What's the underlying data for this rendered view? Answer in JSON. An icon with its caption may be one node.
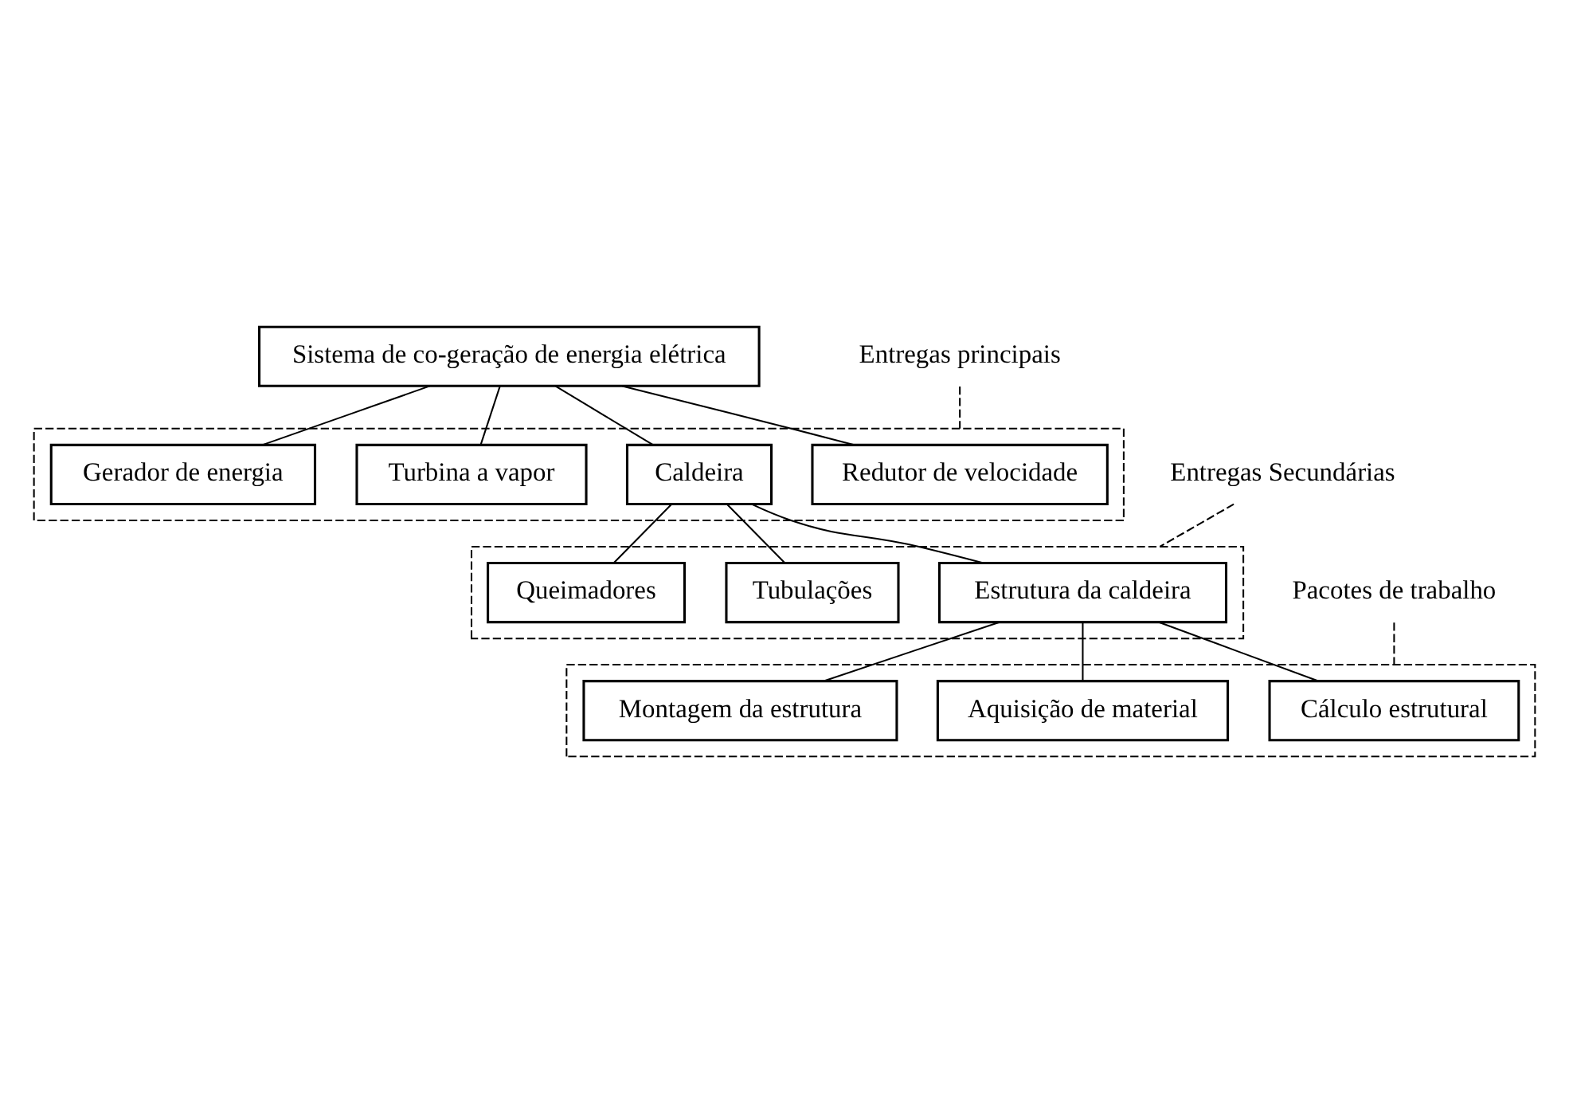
{
  "diagram": {
    "nodes": [
      {
        "text": [
          "Sistema de co-geração de energia elétrica"
        ]
      },
      {
        "text": [],
        "shape": "box"
      },
      {
        "text": [
          "Redutor de velocidade"
        ],
        "in": 1
      },
      {
        "text": [
          "Caldeira"
        ],
        "in": 1
      },
      {
        "text": [
          "Turbina a vapor"
        ],
        "in": 1
      },
      {
        "text": [
          "Gerador de energia"
        ],
        "in": 1
      },
      {
        "text": [],
        "shape": "box"
      },
      {
        "text": [
          "Estrutura da caldeira"
        ],
        "in": 6
      },
      {
        "text": [
          "Tubulações"
        ],
        "in": 6
      },
      {
        "text": [
          "Queimadores"
        ],
        "in": 6
      },
      {
        "text": [],
        "shape": "box"
      },
      {
        "text": [
          "Cálculo estrutural"
        ],
        "in": 10
      },
      {
        "text": [
          "Aquisição de material"
        ],
        "in": 10
      },
      {
        "text": [
          "Montagem da estrutura"
        ],
        "in": 10
      },
      {
        "text": [
          "Entregas principais"
        ]
      },
      {
        "text": [
          "Entregas Secundárias"
        ]
      },
      {
        "text": [
          "Pacotes de trabalho"
        ]
      }
    ],
    "edges": [
      {
        "from": 0,
        "to": 2,
        "arrow": "none"
      },
      {
        "from": 0,
        "to": 3,
        "arrow": "none"
      },
      {
        "from": 0,
        "to": 4,
        "arrow": "none"
      },
      {
        "from": 0,
        "to": 5,
        "arrow": "none"
      },
      {
        "from": 3,
        "to": 7,
        "arrow": "none"
      },
      {
        "from": 3,
        "to": 8,
        "arrow": "none"
      },
      {
        "from": 3,
        "to": 9,
        "arrow": "none"
      },
      {
        "from": 7,
        "to": 11,
        "arrow": "none"
      },
      {
        "from": 7,
        "to": 12,
        "arrow": "none"
      },
      {
        "from": 7,
        "to": 13,
        "arrow": "none"
      },
      {
        "from": 14,
        "to": 1,
        "arrow": "none",
        "style": "dashed"
      },
      {
        "from": 15,
        "to": 6,
        "arrow": "none",
        "style": "dashed"
      },
      {
        "from": 16,
        "to": 10,
        "arrow": "none",
        "style": "dashed"
      }
    ]
  }
}
